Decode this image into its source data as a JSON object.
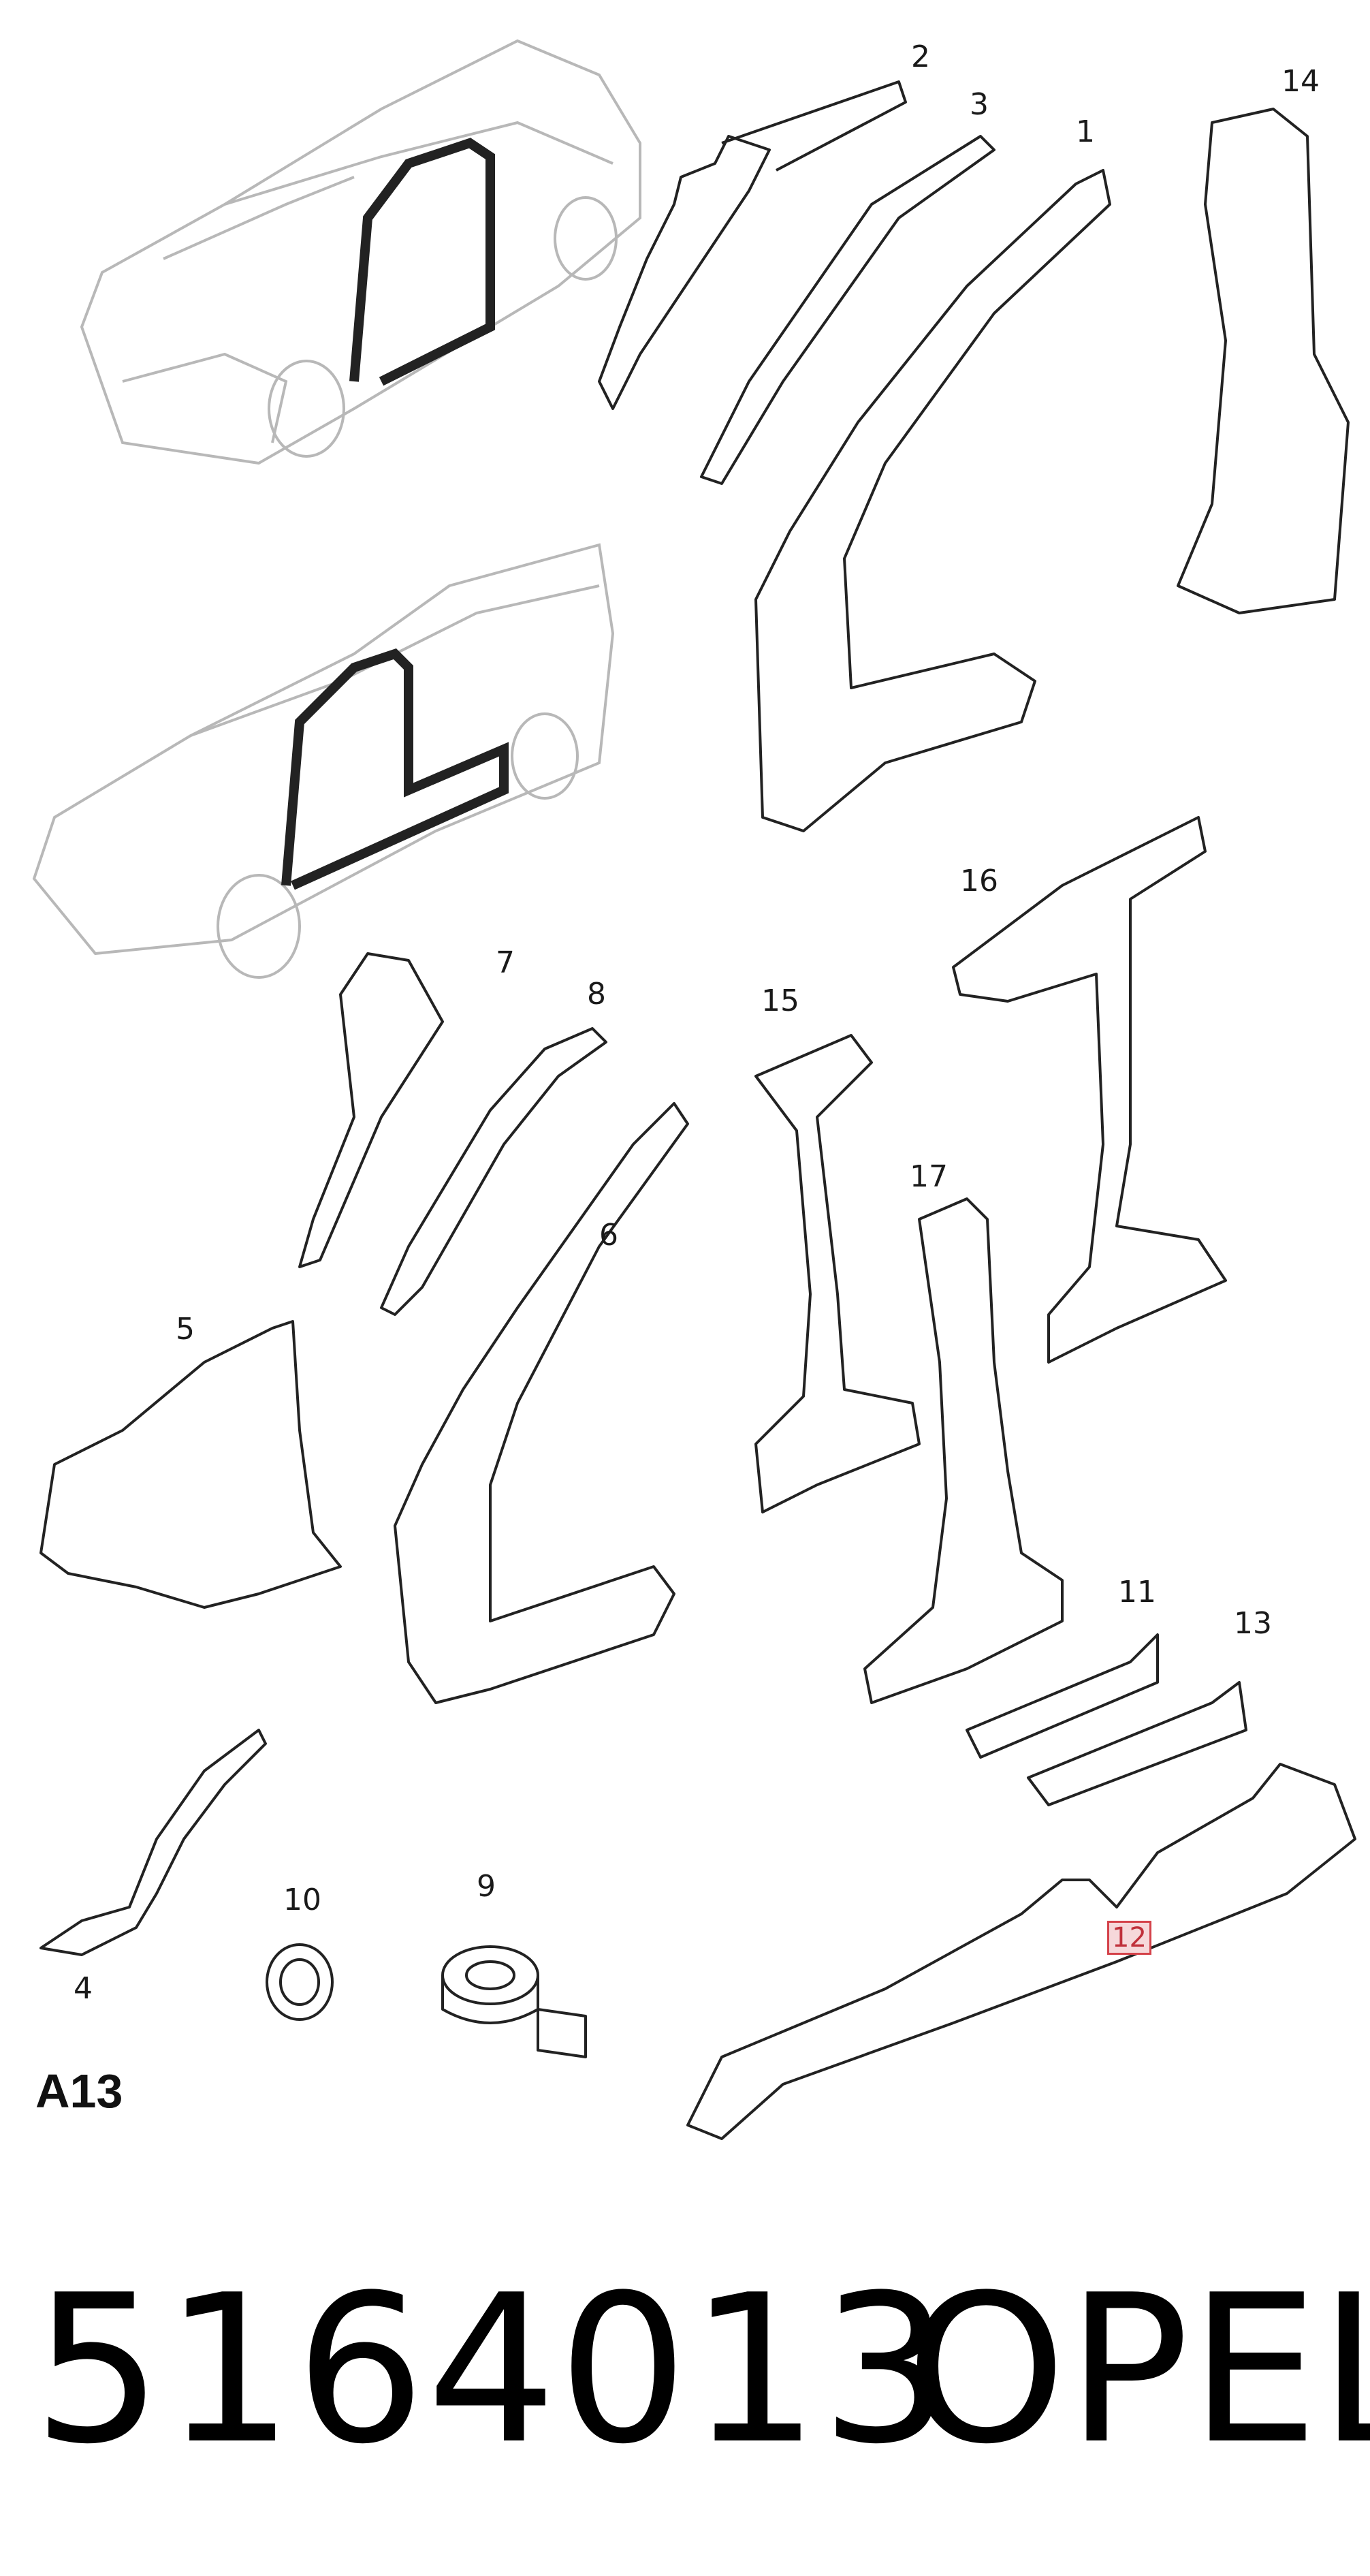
{
  "callouts": {
    "c1": "1",
    "c2": "2",
    "c3": "3",
    "c4": "4",
    "c5": "5",
    "c6": "6",
    "c7": "7",
    "c8": "8",
    "c9": "9",
    "c10": "10",
    "c11": "11",
    "c12": "12",
    "c13": "13",
    "c14": "14",
    "c15": "15",
    "c16": "16",
    "c17": "17"
  },
  "highlighted_callout": "12",
  "section_code": "A13",
  "part_number": "5164013",
  "brand": "OPEL",
  "colors": {
    "line": "#222222",
    "ghost_car": "#b8b8b8",
    "highlight_border": "#d4424a",
    "highlight_fill": "#f6d8da"
  }
}
